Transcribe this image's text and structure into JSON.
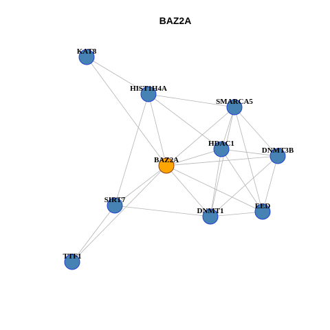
{
  "title": "BAZ2A",
  "colors": {
    "default_node": "#4682B4",
    "default_stroke": "#1F3FD0",
    "highlight_node": "#FFA500",
    "highlight_stroke": "#8B3A1A",
    "edge": "#B3B3B3"
  },
  "nodes": [
    {
      "id": "KAT8",
      "label": "KAT8",
      "highlight": false
    },
    {
      "id": "HIST1H4A",
      "label": "HIST1H4A",
      "highlight": false
    },
    {
      "id": "SMARCA5",
      "label": "SMARCA5",
      "highlight": false
    },
    {
      "id": "HDAC1",
      "label": "HDAC1",
      "highlight": false
    },
    {
      "id": "DNMT3B",
      "label": "DNMT3B",
      "highlight": false
    },
    {
      "id": "BAZ2A",
      "label": "BAZ2A",
      "highlight": true
    },
    {
      "id": "SIRT7",
      "label": "SIRT7",
      "highlight": false
    },
    {
      "id": "DNMT1",
      "label": "DNMT1",
      "highlight": false
    },
    {
      "id": "EED",
      "label": "EED",
      "highlight": false
    },
    {
      "id": "TTF1",
      "label": "TTF1",
      "highlight": false
    }
  ],
  "edges": [
    [
      "KAT8",
      "HIST1H4A"
    ],
    [
      "KAT8",
      "BAZ2A"
    ],
    [
      "HIST1H4A",
      "SMARCA5"
    ],
    [
      "HIST1H4A",
      "HDAC1"
    ],
    [
      "HIST1H4A",
      "BAZ2A"
    ],
    [
      "HIST1H4A",
      "SIRT7"
    ],
    [
      "SMARCA5",
      "HDAC1"
    ],
    [
      "SMARCA5",
      "DNMT3B"
    ],
    [
      "SMARCA5",
      "BAZ2A"
    ],
    [
      "SMARCA5",
      "DNMT1"
    ],
    [
      "SMARCA5",
      "EED"
    ],
    [
      "HDAC1",
      "DNMT3B"
    ],
    [
      "HDAC1",
      "BAZ2A"
    ],
    [
      "HDAC1",
      "DNMT1"
    ],
    [
      "HDAC1",
      "EED"
    ],
    [
      "DNMT3B",
      "BAZ2A"
    ],
    [
      "DNMT3B",
      "DNMT1"
    ],
    [
      "DNMT3B",
      "EED"
    ],
    [
      "BAZ2A",
      "SIRT7"
    ],
    [
      "BAZ2A",
      "DNMT1"
    ],
    [
      "BAZ2A",
      "EED"
    ],
    [
      "BAZ2A",
      "TTF1"
    ],
    [
      "SIRT7",
      "DNMT1"
    ],
    [
      "SIRT7",
      "TTF1"
    ],
    [
      "DNMT1",
      "EED"
    ]
  ]
}
